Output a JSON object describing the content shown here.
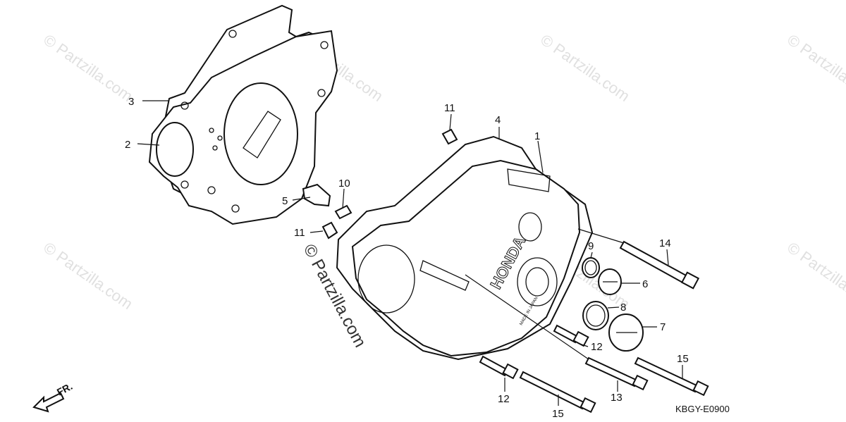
{
  "watermark": {
    "main": "© Partzilla.com",
    "tiled": "© Partzilla.com"
  },
  "diagram_code": "KBGY-E0900",
  "front_indicator": "FR.",
  "cover_text": {
    "brand": "HONDA",
    "origin": "MADE IN JAPAN"
  },
  "callouts": {
    "c1": "1",
    "c2": "2",
    "c3": "3",
    "c4": "4",
    "c5": "5",
    "c6": "6",
    "c7": "7",
    "c8": "8",
    "c9": "9",
    "c10": "10",
    "c11a": "11",
    "c11b": "11",
    "c12a": "12",
    "c12b": "12",
    "c13": "13",
    "c14": "14",
    "c15a": "15",
    "c15b": "15"
  },
  "colors": {
    "line": "#111111",
    "watermark": "#c8c8c8",
    "background": "#ffffff"
  }
}
